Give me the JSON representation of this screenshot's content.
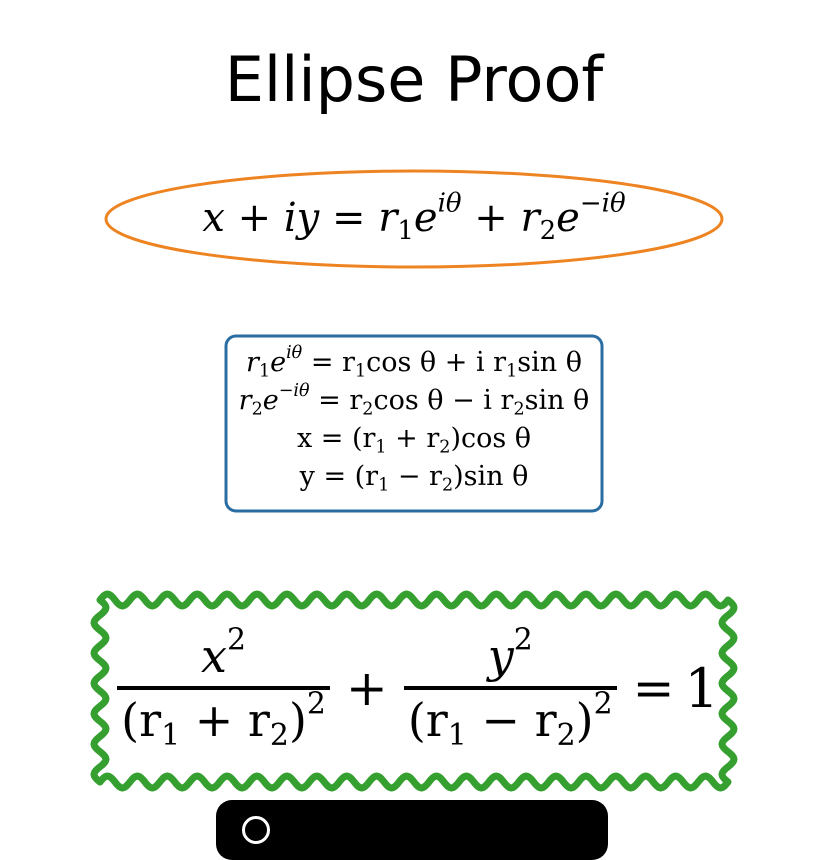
{
  "title": "Ellipse Proof",
  "colors": {
    "ellipse_stroke": "#EE8421",
    "box_stroke": "#2A6DA3",
    "wavy_stroke": "#35A02F",
    "bottom_bar_bg": "#000000"
  },
  "equation_top": {
    "lhs": "x + iy",
    "eq": "=",
    "r1": "r",
    "r1_sub": "1",
    "e1": "e",
    "e1_sup": "iθ",
    "plus": "+",
    "r2": "r",
    "r2_sub": "2",
    "e2": "e",
    "e2_sup": "−iθ"
  },
  "box": {
    "line1": {
      "a": "r",
      "a_sub": "1",
      "b": "e",
      "b_sup": "iθ",
      "rest1": " = r",
      "rest1_sub": "1",
      "rest2": "cos θ + i  r",
      "rest2_sub": "1",
      "rest3": "sin θ"
    },
    "line2": {
      "a": "r",
      "a_sub": "2",
      "b": "e",
      "b_sup": "−iθ",
      "rest1": " = r",
      "rest1_sub": "2",
      "rest2": "cos θ − i  r",
      "rest2_sub": "2",
      "rest3": "sin θ"
    },
    "line3": {
      "pre": "x = (r",
      "s1": "1",
      "mid": " + r",
      "s2": "2",
      "post": ")cos θ"
    },
    "line4": {
      "pre": "y = (r",
      "s1": "1",
      "mid": " − r",
      "s2": "2",
      "post": ")sin θ"
    }
  },
  "final_equation": {
    "num1": "x",
    "num1_sup": "2",
    "den1_pre": "(r",
    "den1_s1": "1",
    "den1_mid": " + r",
    "den1_s2": "2",
    "den1_post": ")",
    "den1_sup": "2",
    "plus": "+",
    "num2": "y",
    "num2_sup": "2",
    "den2_pre": "(r",
    "den2_s1": "1",
    "den2_mid": " − r",
    "den2_s2": "2",
    "den2_post": ")",
    "den2_sup": "2",
    "eq": "=",
    "rhs": "1"
  },
  "bottom_bar": {
    "icon": "circle-icon",
    "label": ""
  }
}
